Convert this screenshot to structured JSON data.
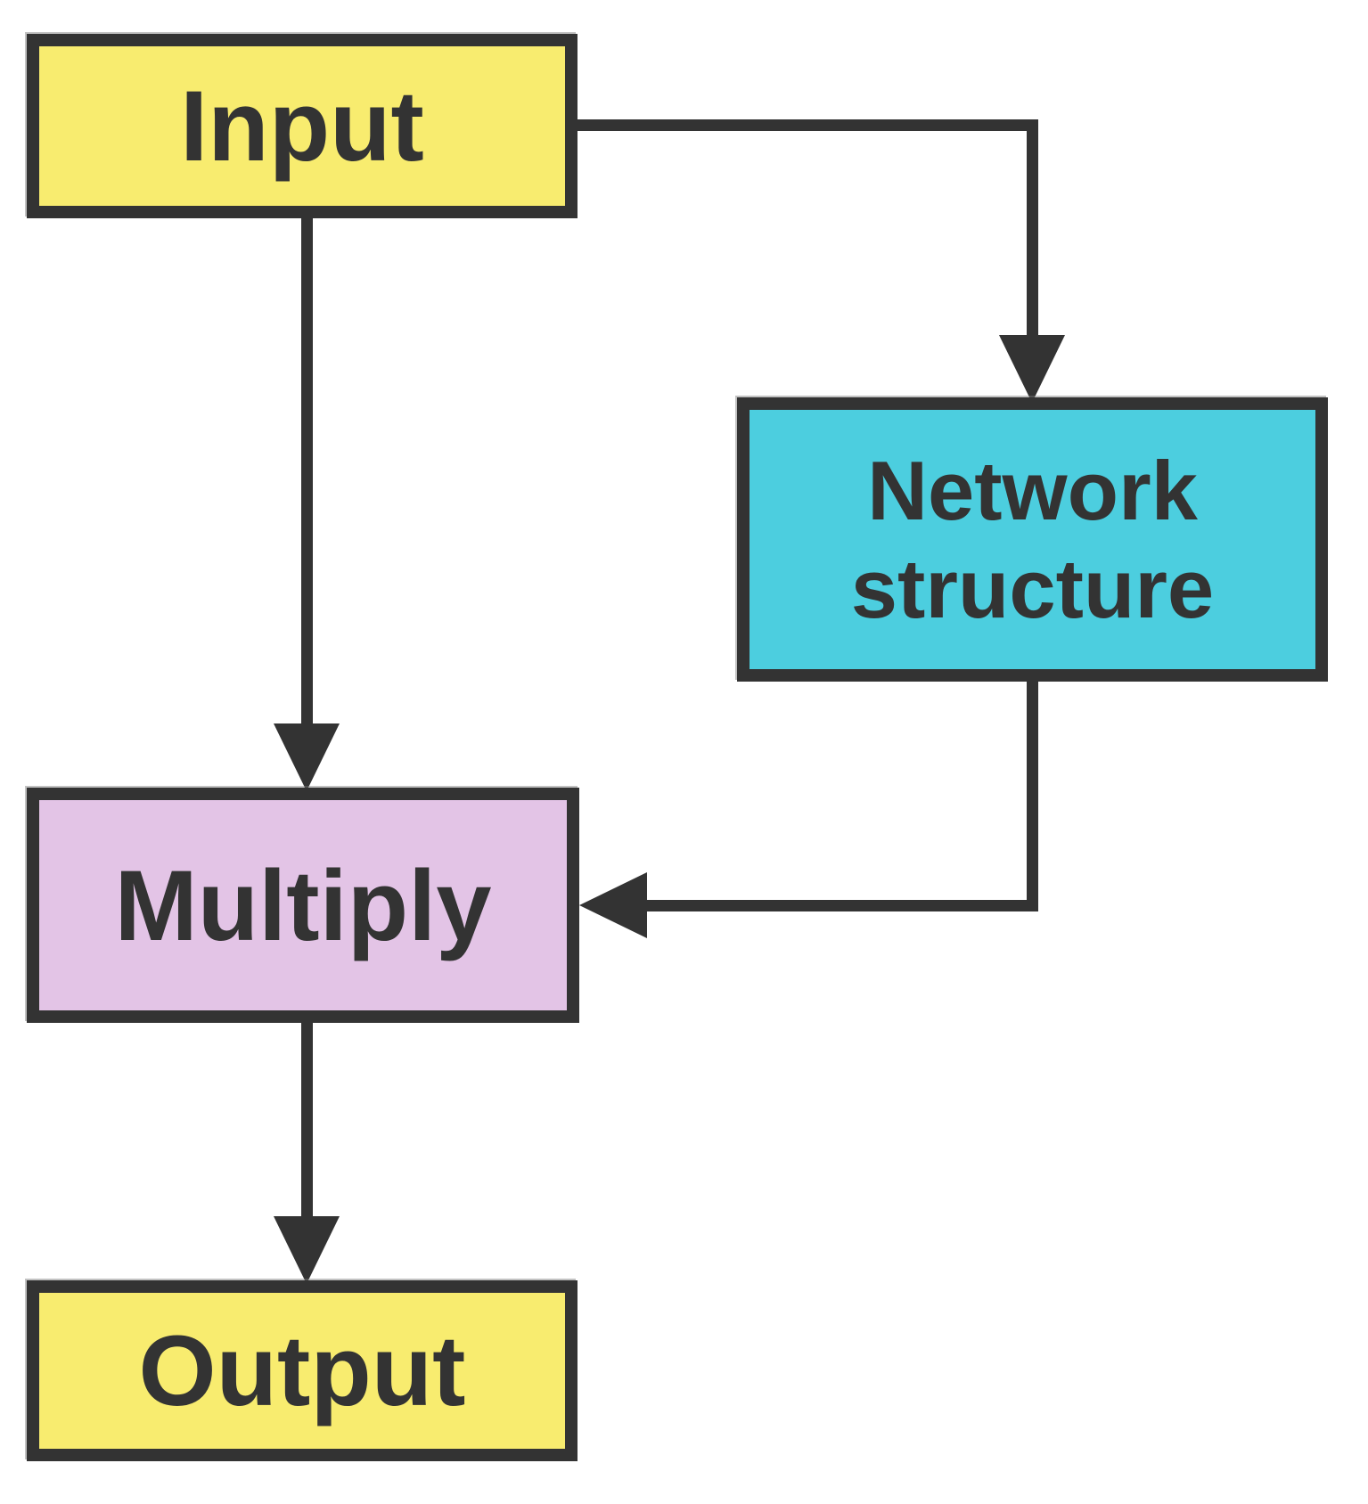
{
  "diagram": {
    "type": "flowchart",
    "background": "#FFFFFF",
    "line_color": "#333333",
    "text_color": "#333333",
    "nodes": [
      {
        "id": "input",
        "label": "Input",
        "fill": "#F8EC6F"
      },
      {
        "id": "network-structure",
        "label": "Network structure",
        "fill": "#4CCEDF"
      },
      {
        "id": "multiply",
        "label": "Multiply",
        "fill": "#E3C4E6"
      },
      {
        "id": "output",
        "label": "Output",
        "fill": "#F8EC6F"
      }
    ],
    "edges": [
      {
        "from": "input",
        "to": "multiply"
      },
      {
        "from": "input",
        "to": "network-structure"
      },
      {
        "from": "network-structure",
        "to": "multiply"
      },
      {
        "from": "multiply",
        "to": "output"
      }
    ]
  }
}
